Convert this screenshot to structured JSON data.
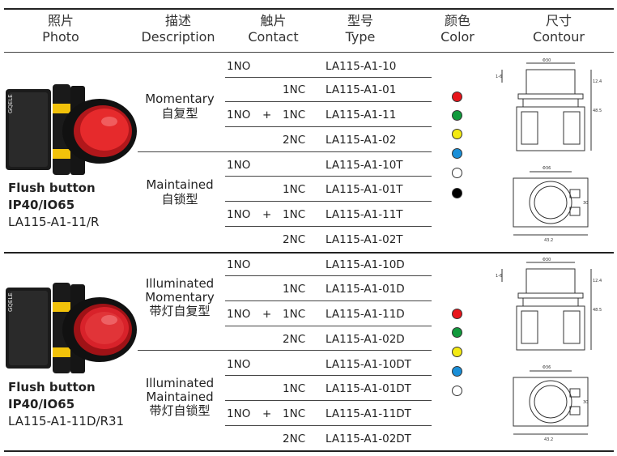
{
  "header": {
    "photo": {
      "zh": "照片",
      "en": "Photo"
    },
    "description": {
      "zh": "描述",
      "en": "Description"
    },
    "contact": {
      "zh": "触片",
      "en": "Contact"
    },
    "type": {
      "zh": "型号",
      "en": "Type"
    },
    "color": {
      "zh": "颜色",
      "en": "Color"
    },
    "contour": {
      "zh": "尺寸",
      "en": "Contour"
    }
  },
  "sections": [
    {
      "caption": {
        "title": "Flush button",
        "rating": "IP40/IO65",
        "model": "LA115-A1-11/R"
      },
      "groups": [
        {
          "desc_en": "Momentary",
          "desc_zh": "自复型",
          "rows": [
            {
              "c1": "1NO",
              "plus": "",
              "c2": "",
              "type": "LA115-A1-10"
            },
            {
              "c1": "",
              "plus": "",
              "c2": "1NC",
              "type": "LA115-A1-01"
            },
            {
              "c1": "1NO",
              "plus": "+",
              "c2": "1NC",
              "type": "LA115-A1-11"
            },
            {
              "c1": "",
              "plus": "",
              "c2": "2NC",
              "type": "LA115-A1-02"
            }
          ]
        },
        {
          "desc_en": "Maintained",
          "desc_zh": "自锁型",
          "rows": [
            {
              "c1": "1NO",
              "plus": "",
              "c2": "",
              "type": "LA115-A1-10T"
            },
            {
              "c1": "",
              "plus": "",
              "c2": "1NC",
              "type": "LA115-A1-01T"
            },
            {
              "c1": "1NO",
              "plus": "+",
              "c2": "1NC",
              "type": "LA115-A1-11T"
            },
            {
              "c1": "",
              "plus": "",
              "c2": "2NC",
              "type": "LA115-A1-02T"
            }
          ]
        }
      ],
      "colors": [
        "#e8151b",
        "#119a3c",
        "#f4ea12",
        "#1a8fd8",
        "#ffffff",
        "#000000"
      ]
    },
    {
      "caption": {
        "title": "Flush button",
        "rating": "IP40/IO65",
        "model": "LA115-A1-11D/R31"
      },
      "groups": [
        {
          "desc_en": "Illuminated Momentary",
          "desc_zh": "带灯自复型",
          "rows": [
            {
              "c1": "1NO",
              "plus": "",
              "c2": "",
              "type": "LA115-A1-10D"
            },
            {
              "c1": "",
              "plus": "",
              "c2": "1NC",
              "type": "LA115-A1-01D"
            },
            {
              "c1": "1NO",
              "plus": "+",
              "c2": "1NC",
              "type": "LA115-A1-11D"
            },
            {
              "c1": "",
              "plus": "",
              "c2": "2NC",
              "type": "LA115-A1-02D"
            }
          ]
        },
        {
          "desc_en": "Illuminated Maintained",
          "desc_zh": "带灯自锁型",
          "rows": [
            {
              "c1": "1NO",
              "plus": "",
              "c2": "",
              "type": "LA115-A1-10DT"
            },
            {
              "c1": "",
              "plus": "",
              "c2": "1NC",
              "type": "LA115-A1-01DT"
            },
            {
              "c1": "1NO",
              "plus": "+",
              "c2": "1NC",
              "type": "LA115-A1-11DT"
            },
            {
              "c1": "",
              "plus": "",
              "c2": "2NC",
              "type": "LA115-A1-02DT"
            }
          ]
        }
      ],
      "colors": [
        "#e8151b",
        "#119a3c",
        "#f4ea12",
        "#1a8fd8",
        "#ffffff"
      ]
    }
  ],
  "drawing_labels": {
    "width_top": "Φ30",
    "height": "48.5",
    "cap_h": "12.4",
    "front_w": "Φ36",
    "body_w": "43.2",
    "small": "1-6",
    "side": "30"
  },
  "photo_brand": "GQELE"
}
